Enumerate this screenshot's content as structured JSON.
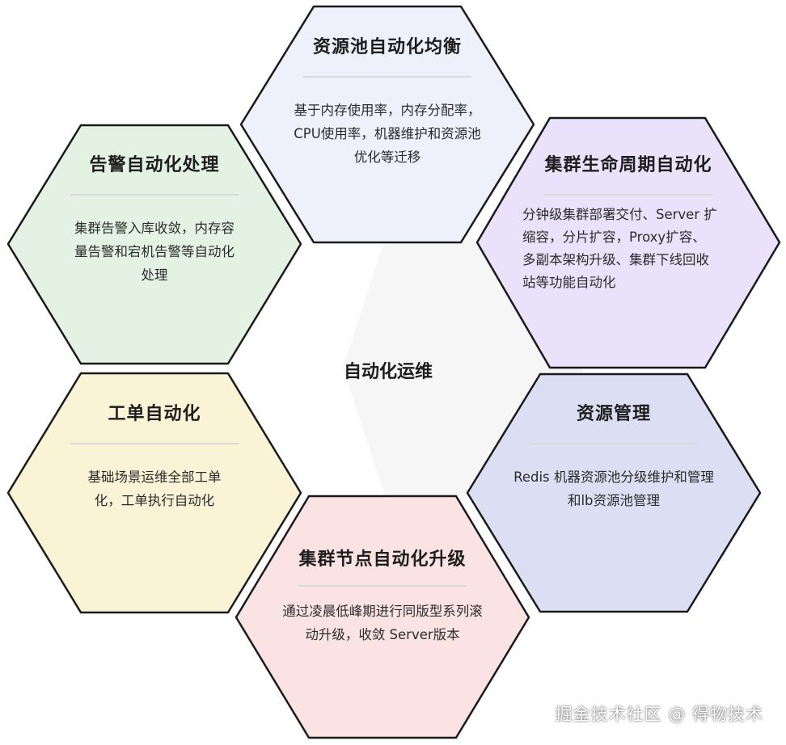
{
  "center": {
    "title": "自动化运维"
  },
  "hexagons": [
    {
      "key": "pool",
      "title": "资源池自动化均衡",
      "desc_lines": [
        "基于内存使用率，内存分配率，",
        "CPU使用率，机器维护和资源池",
        "优化等迁移"
      ],
      "color": "#eef0fb"
    },
    {
      "key": "alert",
      "title": "告警自动化处理",
      "desc_lines": [
        "集群告警入库收敛，内存容",
        "量告警和宕机告警等自动化",
        "处理"
      ],
      "color": "#e3f2e3"
    },
    {
      "key": "lifecycle",
      "title": "集群生命周期自动化",
      "desc_lines": [
        "分钟级集群部署交付、Server 扩",
        "缩容，分片扩容，Proxy扩容、",
        "多副本架构升级、集群下线回收",
        "站等功能自动化"
      ],
      "color": "#e9e2fa"
    },
    {
      "key": "ticket",
      "title": "工单自动化",
      "desc_lines": [
        "基础场景运维全部工单",
        "化，工单执行自动化"
      ],
      "color": "#fbf3d5"
    },
    {
      "key": "resource",
      "title": "资源管理",
      "desc_lines": [
        "Redis 机器资源池分级维护和管理",
        "和lb资源池管理"
      ],
      "color": "#dcdff3"
    },
    {
      "key": "upgrade",
      "title": "集群节点自动化升级",
      "desc_lines": [
        "通过凌晨低峰期进行同版型系列滚",
        "动升级，收敛 Server版本"
      ],
      "color": "#fbe3e3"
    }
  ],
  "colors": {
    "center_fill": "#f6f6f6",
    "stroke": "#1a1a1a"
  },
  "watermark": "掘金技术社区 @ 得物技术"
}
